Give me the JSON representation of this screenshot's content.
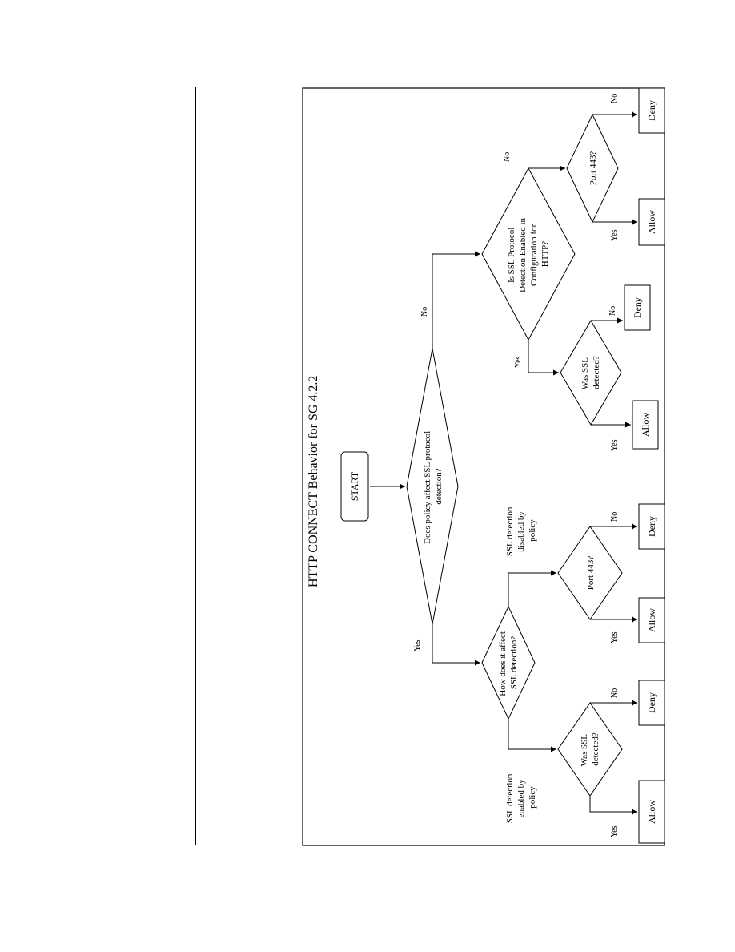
{
  "title": "HTTP CONNECT Behavior for SG 4.2.2",
  "start": "START",
  "q_policy": [
    "Does policy affect SSL protocol",
    "detection?"
  ],
  "q_how": [
    "How does it affect",
    "SSL detection?"
  ],
  "q_ssl_protocol": [
    "Is SSL Protocol",
    "Detection Enabled in",
    "Configuration for",
    "HTTP?"
  ],
  "q_was_ssl": [
    "Was SSL",
    "detected?"
  ],
  "q_port": "Port 443?",
  "branch_enabled": [
    "SSL detection",
    "enabled by",
    "policy"
  ],
  "branch_disabled": [
    "SSL detection",
    "disabled by",
    "policy"
  ],
  "yes": "Yes",
  "no": "No",
  "allow": "Allow",
  "deny": "Deny"
}
